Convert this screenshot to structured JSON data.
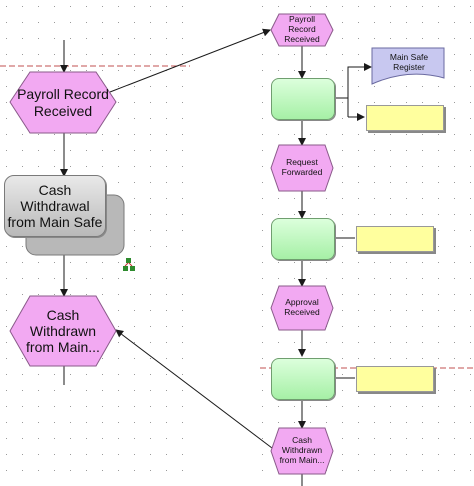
{
  "diagram": {
    "left_events": {
      "payroll": "Payroll Record Received",
      "withdrawn": "Cash Withdrawn from Main..."
    },
    "left_function": "Cash Withdrawal from Main Safe",
    "right_events": {
      "payroll": "Payroll Record Received",
      "request": "Request Forwarded",
      "approval": "Approval Received",
      "withdrawn": "Cash Withdrawn from Main..."
    },
    "document": "Main Safe Register",
    "colors": {
      "event_fill": "#f2a9f2",
      "event_border": "#8a5a8a",
      "function_green": "#b8f5b8",
      "function_gray": "#c9c9c9",
      "info_yellow": "#ffff9e",
      "document_fill": "#c8c8f0",
      "process_path_icon": "#2e8b2e",
      "dashed_boundary": "#c05050",
      "grid_dot": "#9a9a9a",
      "connector": "#1a1a1a"
    },
    "icons": [
      "process-path-icon"
    ]
  }
}
